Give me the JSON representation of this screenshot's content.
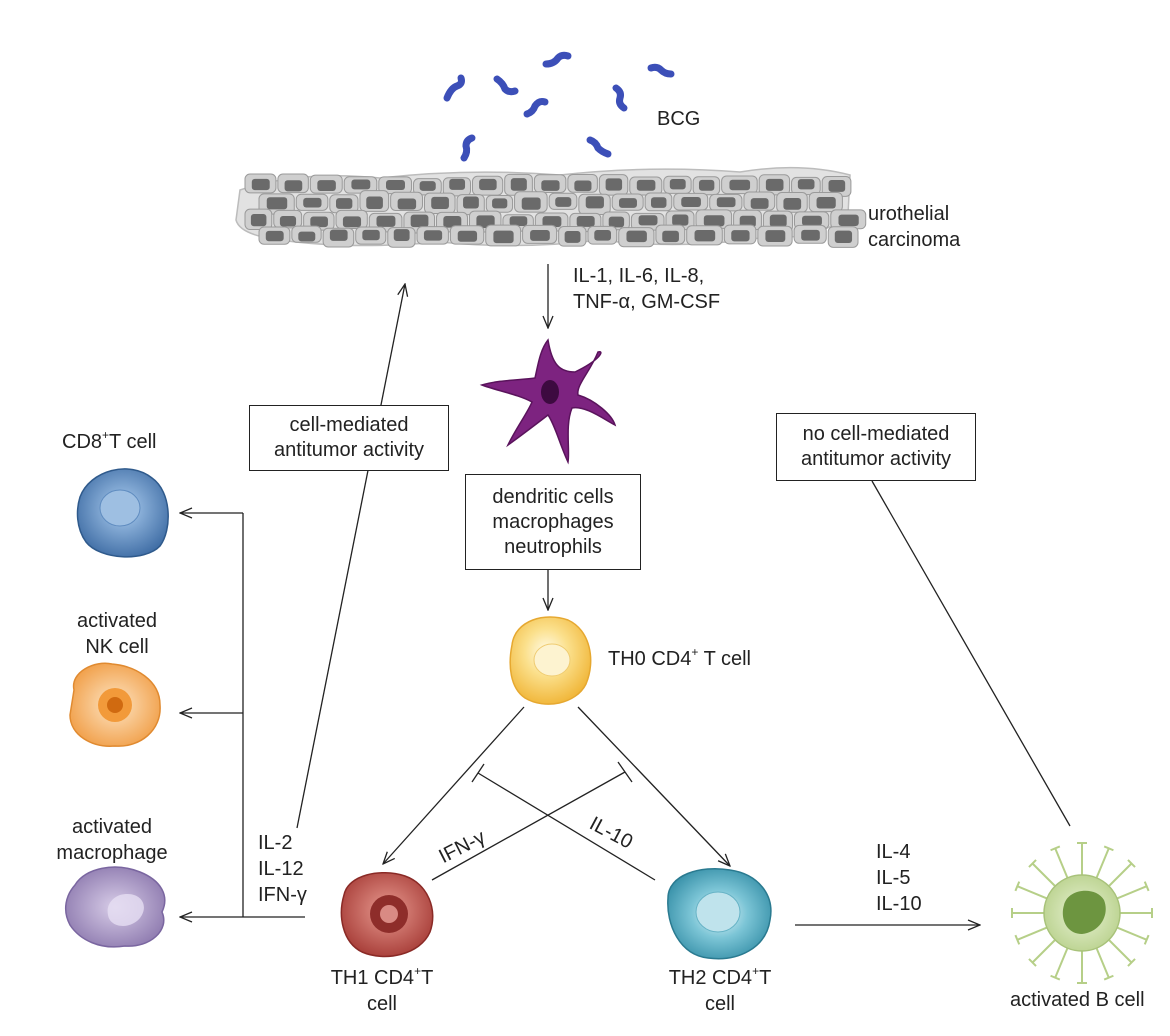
{
  "labels": {
    "bcg": "BCG",
    "urothelial_line1": "urothelial",
    "urothelial_line2": "carcinoma",
    "cytokines_line1": "IL-1, IL-6, IL-8,",
    "cytokines_line2": "TNF-α, GM-CSF",
    "cd8_main": "CD8",
    "cd8_sup": "+",
    "cd8_rest": "T cell",
    "nk_line1": "activated",
    "nk_line2": "NK cell",
    "macrophage_line1": "activated",
    "macrophage_line2": "macrophage",
    "th0_main": "TH0  CD4",
    "th0_sup": "+",
    "th0_rest": " T cell",
    "th1_main": "TH1  CD4",
    "th1_sup": "+",
    "th1_rest": "T",
    "th1_line2": "cell",
    "th2_main": "TH2  CD4",
    "th2_sup": "+",
    "th2_rest": "T",
    "th2_line2": "cell",
    "b_cell": "activated B cell",
    "th1_cytokines": [
      "IL-2",
      "IL-12",
      "IFN-γ"
    ],
    "th2_cytokines": [
      "IL-4",
      "IL-5",
      "IL-10"
    ],
    "ifn_inhibit": "IFN-γ",
    "il10_inhibit": "IL-10"
  },
  "boxes": {
    "cell_mediated_line1": "cell-mediated",
    "cell_mediated_line2": "antitumor  activity",
    "no_cell_mediated_line1": "no cell-mediated",
    "no_cell_mediated_line2": "antitumor activity",
    "apc_line1": "dendritic cells",
    "apc_line2": "macrophages",
    "apc_line3": "neutrophils"
  },
  "colors": {
    "bcg": "#5a6fd8",
    "tumor_cell": "#c8c8c8",
    "tumor_nucleus": "#666666",
    "dendritic": "#7a1f7a",
    "cd8": "#4f7fb5",
    "nk": "#f0a048",
    "macrophage": "#9a88b8",
    "th0": "#f7c95a",
    "th1": "#b0443f",
    "th2": "#3f9bb0",
    "b_cell": "#b8d08a"
  }
}
